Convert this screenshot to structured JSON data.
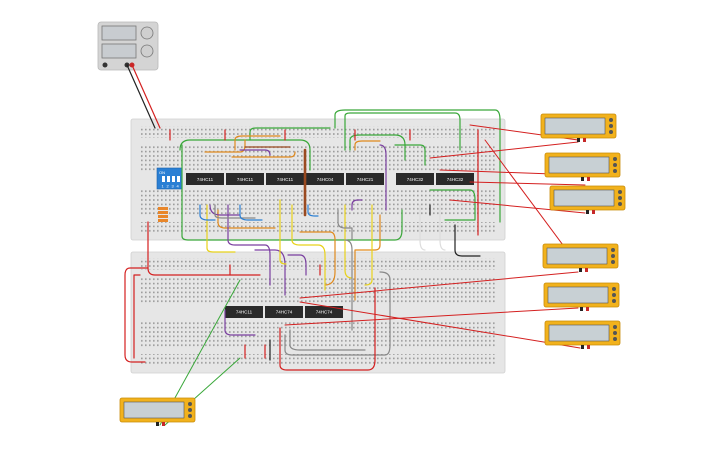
{
  "breadboards": [
    {
      "chips": [
        "74HC11",
        "74HC11",
        "74HC11",
        "74HC04",
        "74HC21",
        "74HC32",
        "74HC32"
      ]
    },
    {
      "chips": [
        "74HC11",
        "74HC74",
        "74HC74"
      ]
    }
  ],
  "dip_switch": {
    "on_label": "ON",
    "numbers": [
      "1",
      "2",
      "3",
      "4"
    ]
  },
  "colors": {
    "board": "#e6e6e6",
    "chip": "#2a2a2a",
    "meter_body": "#f2b21c",
    "meter_screen": "#c8d0d4",
    "power_supply": "#d4d4d4",
    "wire_red": "#d42020",
    "wire_green": "#3aa83a",
    "wire_orange": "#e08a1e",
    "wire_purple": "#7a3fa0",
    "wire_yellow": "#e8d21a",
    "wire_brown": "#9a4a20",
    "wire_gray": "#888888",
    "wire_blue": "#2a7fd4",
    "wire_black": "#222222",
    "wire_white": "#dddddd"
  }
}
